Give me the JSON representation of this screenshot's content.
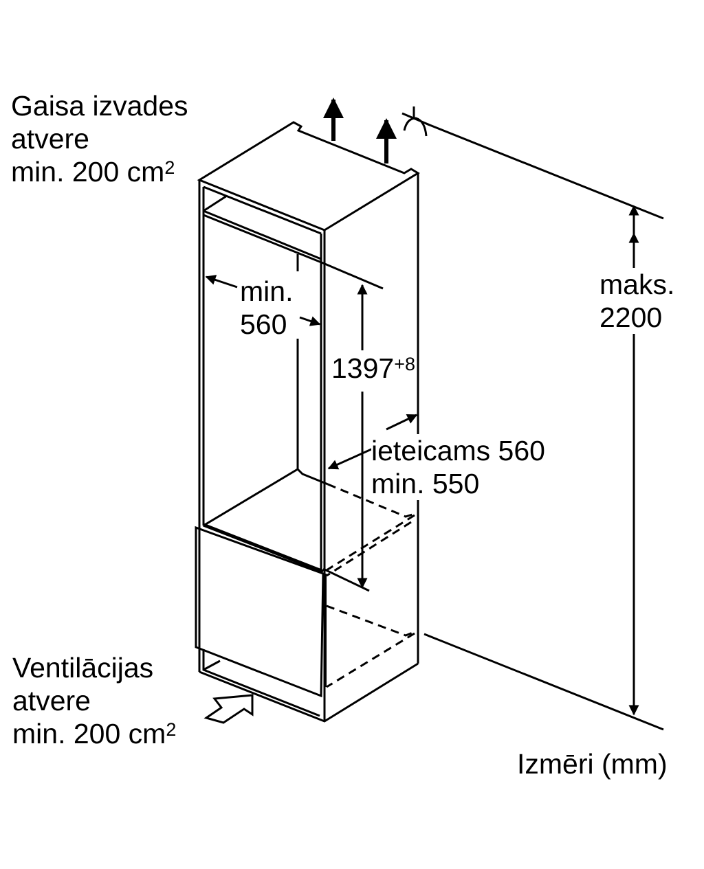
{
  "labels": {
    "air_outlet": {
      "line1": "Gaisa izvades",
      "line2": "atvere",
      "line3": "min. 200 cm",
      "sup": "2"
    },
    "ventilation": {
      "line1": "Ventilācijas",
      "line2": "atvere",
      "line3": "min. 200 cm",
      "sup": "2"
    },
    "niche_width": {
      "line1": "min.",
      "line2": "560"
    },
    "niche_height": {
      "value": "1397",
      "tolerance": "+8"
    },
    "depth": {
      "line1": "ieteicams 560",
      "line2": "min. 550"
    },
    "max_height": {
      "line1": "maks.",
      "line2": "2200"
    },
    "units": "Izmēri (mm)"
  },
  "colors": {
    "line": "#000000",
    "background": "#ffffff"
  }
}
